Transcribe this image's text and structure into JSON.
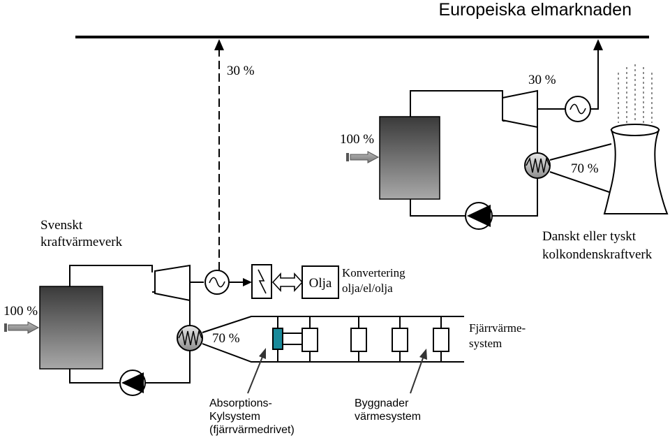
{
  "title": "Europeiska elmarknaden",
  "swedish_plant": {
    "label_line1": "Svenskt",
    "label_line2": "kraftvärmeverk",
    "input_percent": "100 %",
    "electricity_percent": "30 %",
    "heat_percent": "70 %"
  },
  "foreign_plant": {
    "label_line1": "Danskt eller tyskt",
    "label_line2": "kolkondenskraftverk",
    "input_percent": "100 %",
    "electricity_percent": "30 %",
    "loss_percent": "70 %"
  },
  "conversion": {
    "box_label": "Olja",
    "label_line1": "Konvertering",
    "label_line2": "olja/el/olja"
  },
  "district_heating": {
    "label_line1": "Fjärrvärme-",
    "label_line2": "system"
  },
  "callouts": {
    "absorption_line1": "Absorptions-",
    "absorption_line2": "Kylsystem",
    "absorption_line3": "(fjärrvärmedrivet)",
    "buildings_line1": "Byggnader",
    "buildings_line2": "värmesystem"
  },
  "colors": {
    "line": "#000000",
    "absorption_unit": "#1a8a9a",
    "boiler_dark": "#3a3a3a",
    "boiler_light": "#a8a8a8",
    "input_arrow": "#8a8a8a"
  }
}
